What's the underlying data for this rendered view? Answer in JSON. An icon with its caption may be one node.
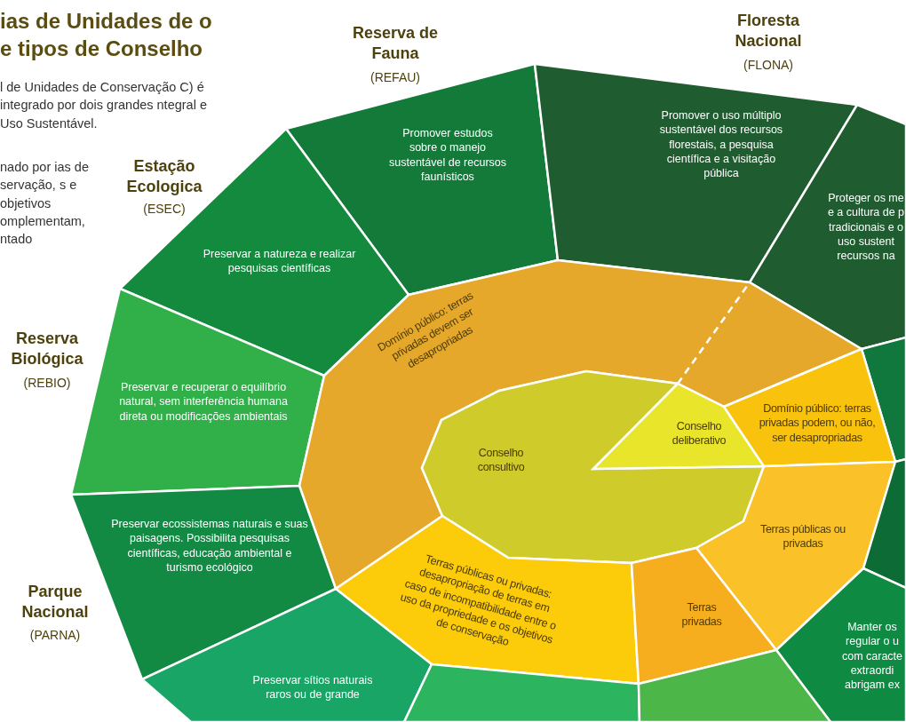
{
  "diagram": {
    "title": "ias de Unidades de o e tipos de Conselho",
    "nodes": [
      {
        "text": [
          "Reserva de Fauna",
          "(REFAU)",
          "Promover estudos sobre o manejo sustentável de recursos faunísticos"
        ]
      },
      {
        "text": [
          "Floresta Nacional",
          "(FLONA)",
          "Promover o uso múltiplo sustentável dos recursos florestais, a pesquisa científica e a visitação pública"
        ]
      },
      {
        "text": [
          "Proteger os me e a cultura de p tradicionais e o uso sustent recursos na"
        ]
      },
      {
        "text": [
          "Estação Ecologica",
          "(ESEC)",
          "Preservar a natureza e realizar pesquisas científicas"
        ]
      },
      {
        "text": [
          "Reserva Biológica",
          "(REBIO)",
          "Preservar e recuperar o equilíbrio natural, sem interferência humana direta ou modificações ambientais"
        ]
      },
      {
        "text": [],
        "shape": "box"
      },
      {
        "text": [
          "Domínio público: terras privadas devem ser desapropriadas"
        ]
      },
      {
        "text": [
          "Conselho consultivo"
        ]
      },
      {
        "text": [
          "Conselho deliberativo"
        ]
      },
      {
        "text": [
          "Domínio público: terras privadas podem, ou não, ser desapropriadas"
        ]
      },
      {
        "text": [
          "Parque Nacional",
          "(PARNA)",
          "Preservar ecossistemas naturais e suas paisagens. Possibilita pesquisas científicas, educação ambiental e turismo ecológico"
        ]
      },
      {
        "text": [
          "Terras públicas ou privadas"
        ]
      },
      {
        "text": [],
        "shape": "box"
      },
      {
        "text": [
          "Terras públicas ou privadas: desapropriação de terras em caso de incompatibilidade entre o uso da propriedade e os objetivos de conservação"
        ]
      },
      {
        "text": [
          "Terras privadas"
        ]
      },
      {
        "text": [
          "Manter os regular o u com caracte extraordi abrigam ex"
        ]
      },
      {
        "text": [
          "Preservar sítios naturais raros ou de grande"
        ]
      },
      {
        "text": [],
        "shape": "box"
      },
      {
        "text": [],
        "shape": "box"
      }
    ],
    "labels": [
      "l de Unidades de Conservação C) é integrado por dois grandes ntegral e Uso Sustentável.",
      "nado por ias de servação, s e objetivos omplementam, ntado"
    ]
  }
}
